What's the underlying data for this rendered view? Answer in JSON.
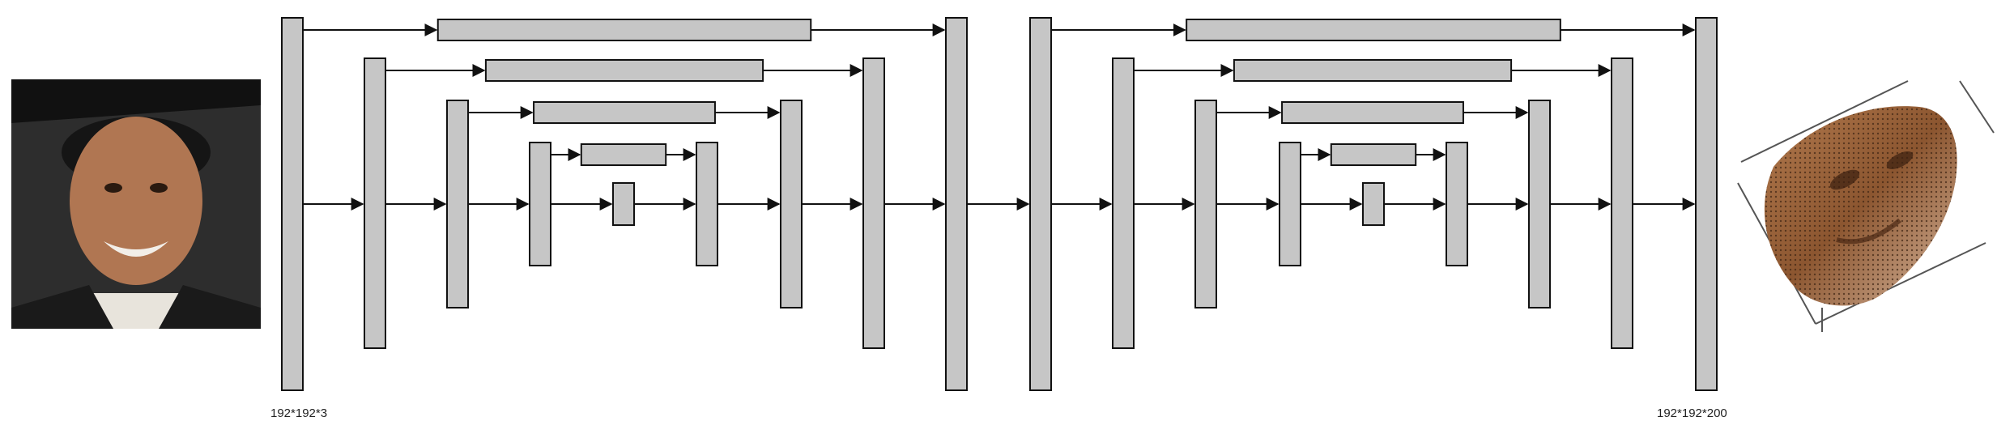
{
  "input": {
    "photo": "input-face-photo-icon",
    "dims": "192*192*3"
  },
  "output": {
    "render": "3d-face-volume-icon",
    "dims": "192*192*200"
  },
  "colors": {
    "block_fill": "#c6c6c6",
    "stroke": "#111111",
    "background": "#ffffff"
  },
  "network": {
    "stacked_hourglasses": 2,
    "levels_per_hourglass": 4
  }
}
